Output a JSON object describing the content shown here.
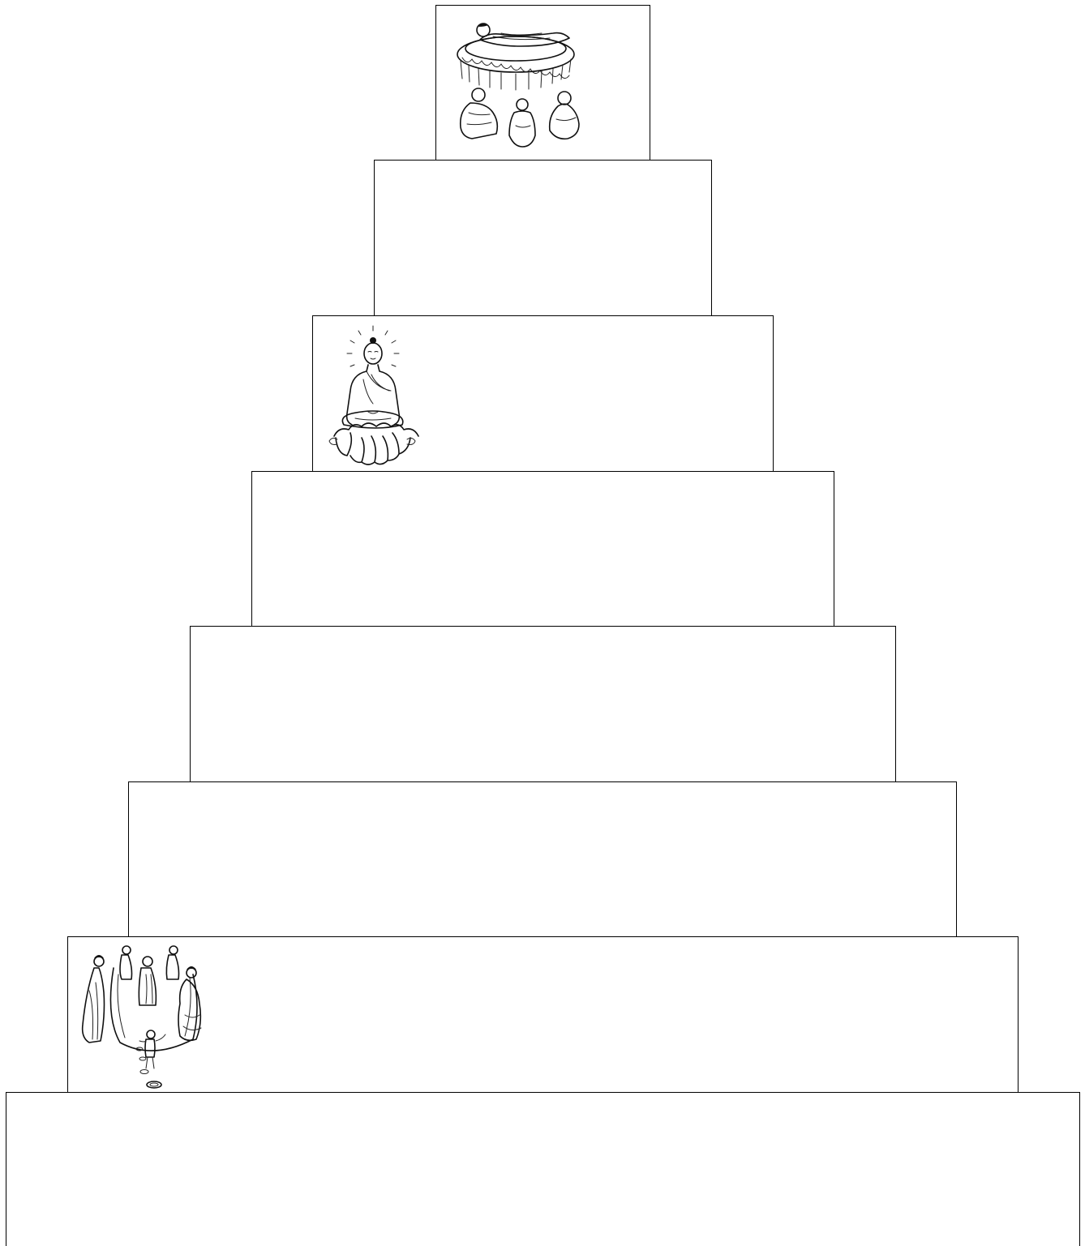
{
  "diagram": {
    "type": "stepped-pyramid",
    "tier_count": 8,
    "border_color": "#000000",
    "background": "#ffffff",
    "tiers": [
      {
        "id": "tier-1",
        "illustration": "reclining-buddha-with-monks-icon"
      },
      {
        "id": "tier-2",
        "illustration": ""
      },
      {
        "id": "tier-3",
        "illustration": "seated-meditating-buddha-icon"
      },
      {
        "id": "tier-4",
        "illustration": ""
      },
      {
        "id": "tier-5",
        "illustration": ""
      },
      {
        "id": "tier-6",
        "illustration": ""
      },
      {
        "id": "tier-7",
        "illustration": "birth-scene-figures-icon"
      },
      {
        "id": "tier-8",
        "illustration": ""
      }
    ]
  }
}
